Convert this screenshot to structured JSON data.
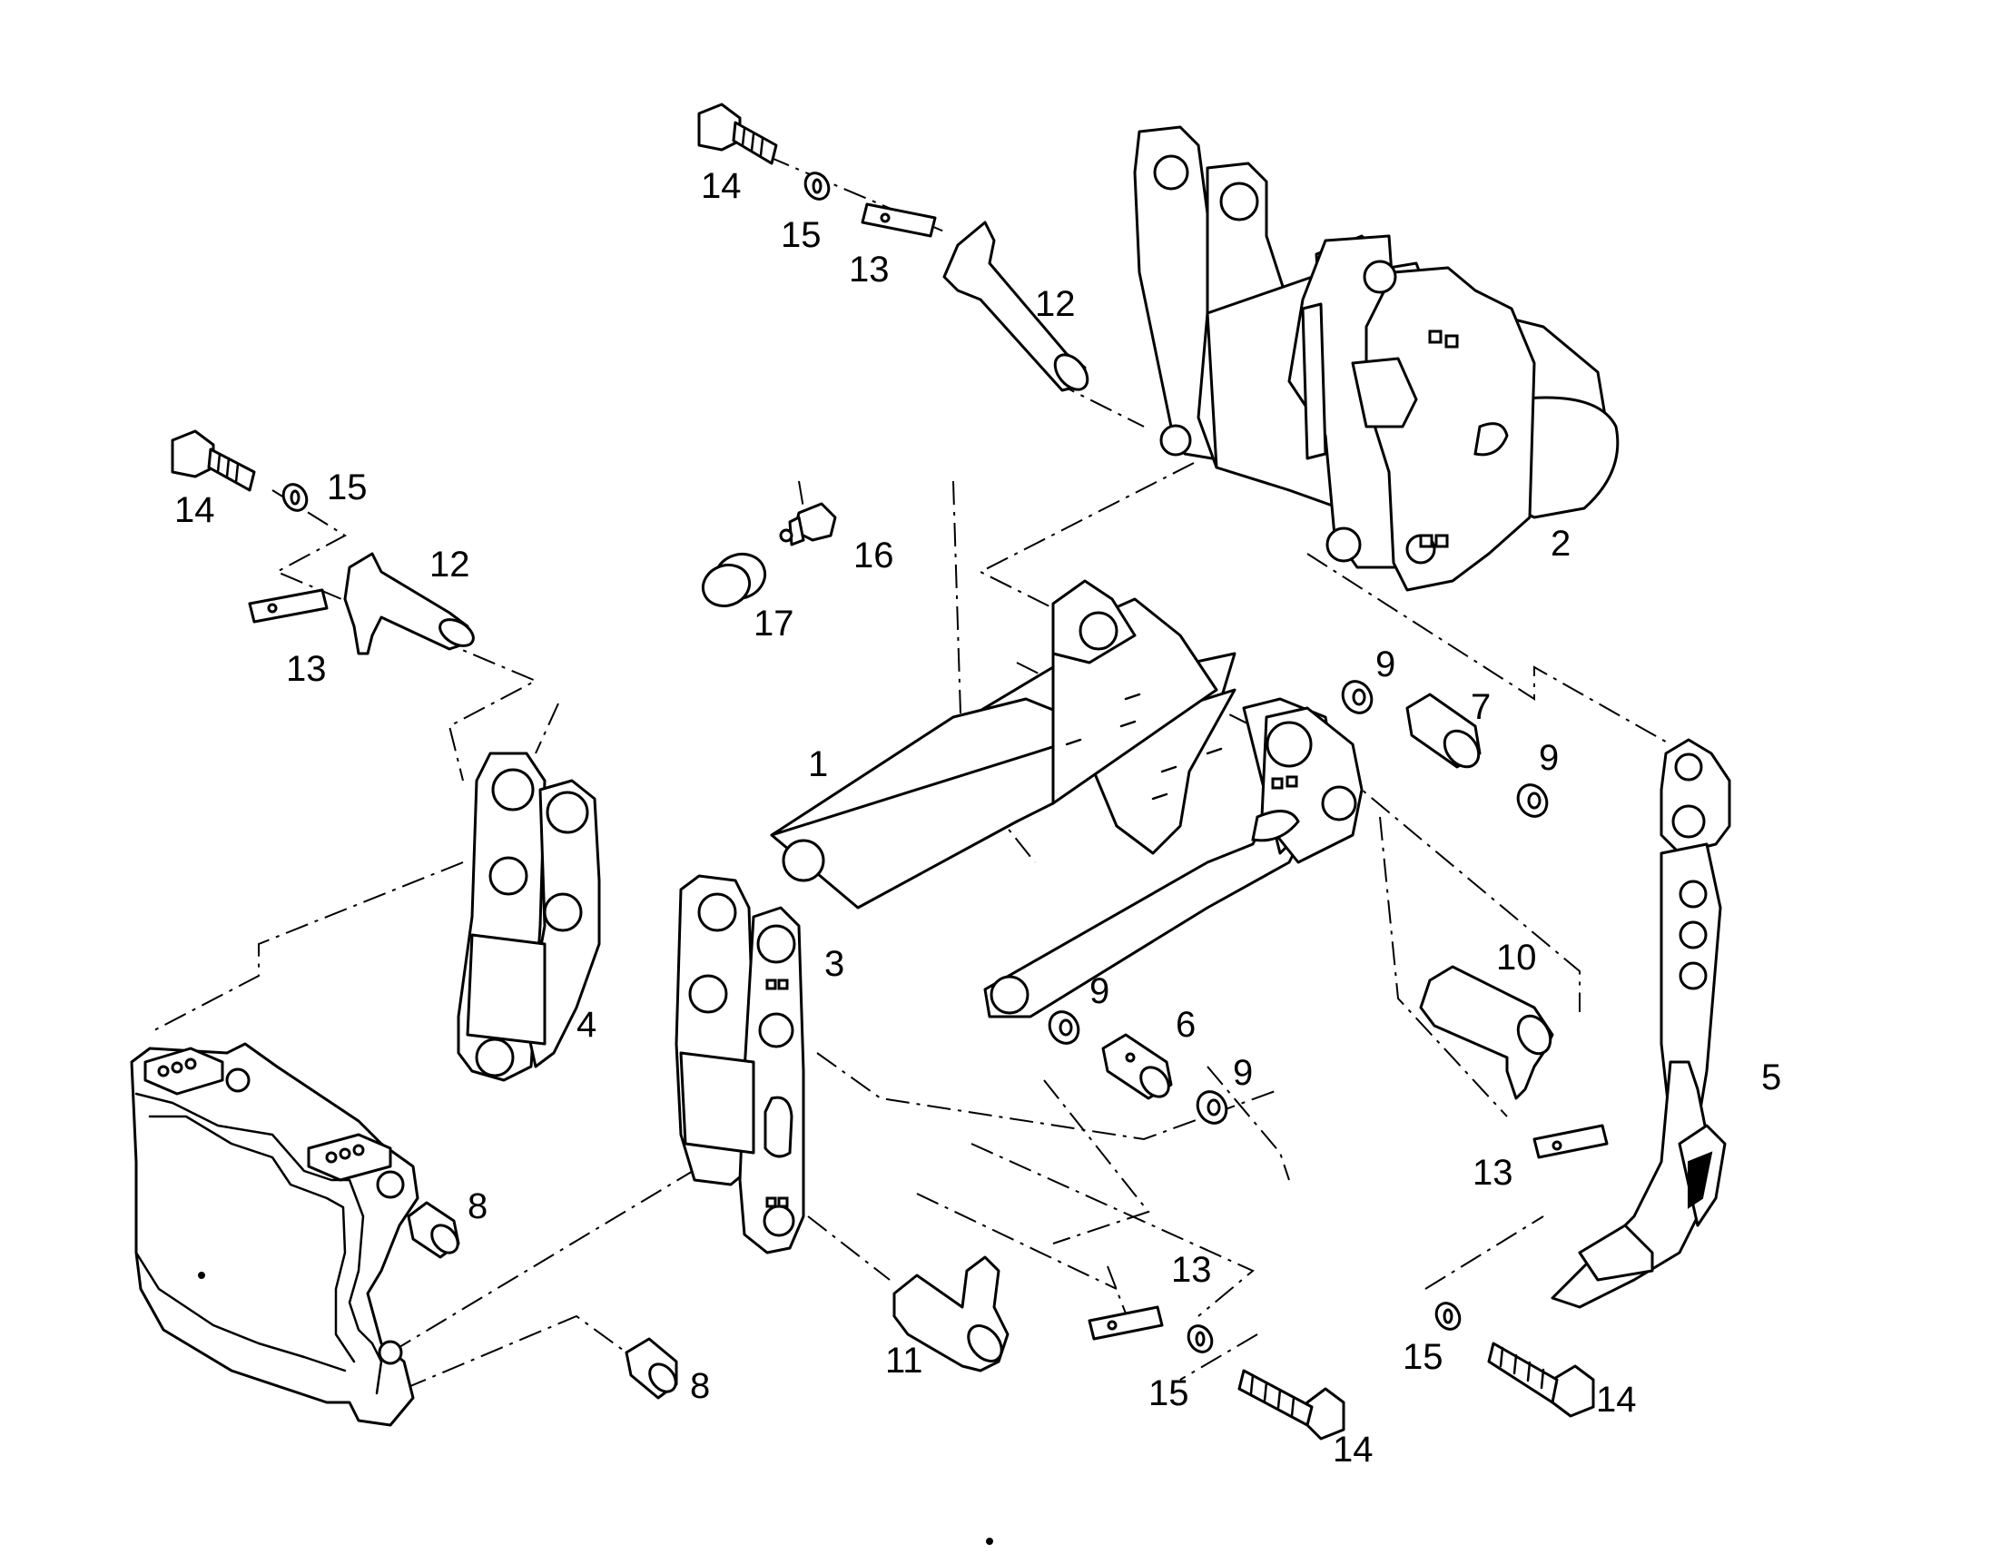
{
  "callouts": {
    "c1": "1",
    "c2": "2",
    "c3": "3",
    "c4": "4",
    "c5": "5",
    "c6": "6",
    "c7": "7",
    "c8a": "8",
    "c8b": "8",
    "c9a": "9",
    "c9b": "9",
    "c9c": "9",
    "c9d": "9",
    "c10": "10",
    "c11": "11",
    "c12a": "12",
    "c12b": "12",
    "c13a": "13",
    "c13b": "13",
    "c13c": "13",
    "c13d": "13",
    "c14a": "14",
    "c14b": "14",
    "c14c": "14",
    "c14d": "14",
    "c15a": "15",
    "c15b": "15",
    "c15c": "15",
    "c15d": "15",
    "c16": "16",
    "c17": "17"
  },
  "colors": {
    "line": "#000000",
    "background": "#ffffff"
  }
}
